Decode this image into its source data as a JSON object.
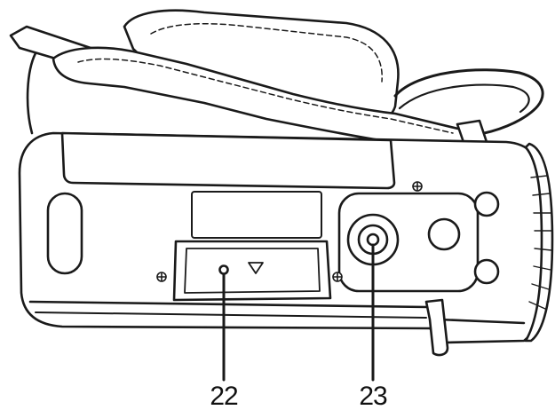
{
  "diagram": {
    "subject": "camcorder-bottom-view",
    "stroke_color": "#1a1a1a",
    "fill_color": "#ffffff",
    "callouts": [
      {
        "number": "22",
        "target": "battery-cover-release"
      },
      {
        "number": "23",
        "target": "tripod-socket"
      }
    ]
  }
}
